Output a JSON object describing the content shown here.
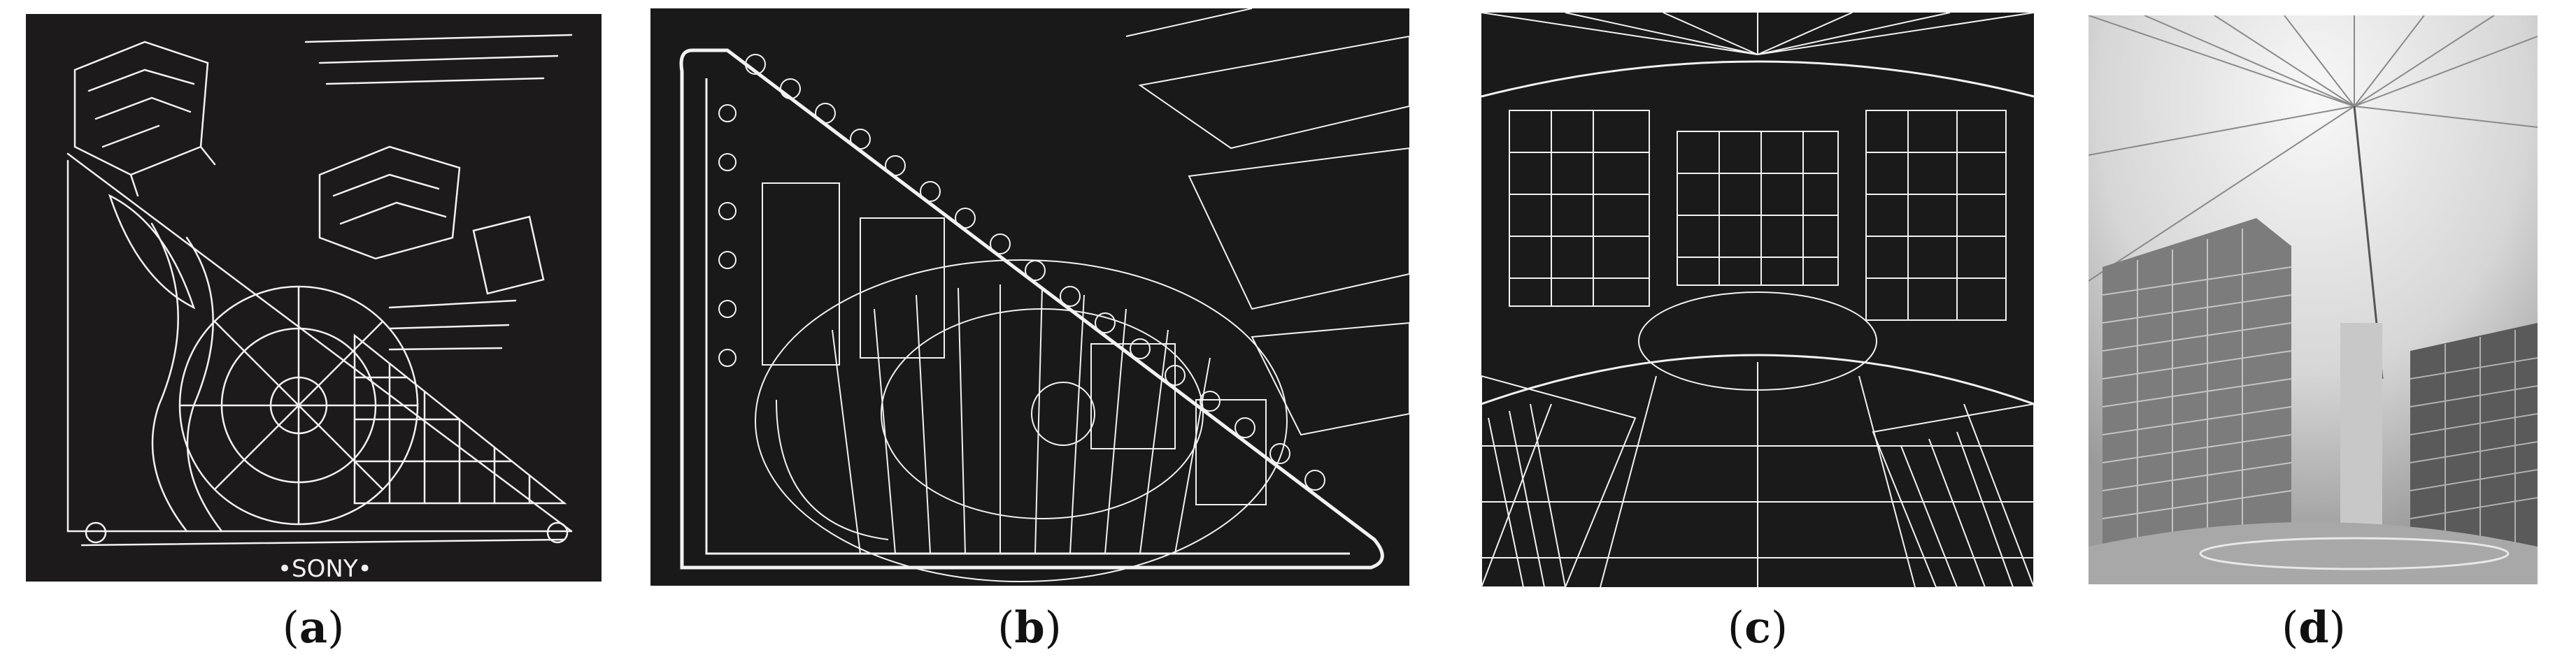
{
  "panels": [
    {
      "id": "a",
      "label": "a",
      "annotations": [
        "•SONY•"
      ]
    },
    {
      "id": "b",
      "label": "b"
    },
    {
      "id": "c",
      "label": "c"
    },
    {
      "id": "d",
      "label": "d"
    }
  ],
  "colors": {
    "drawing_background": "#1c1a1a",
    "drawing_lines": "#f2f2f2",
    "photo_background": "#e6e6e6",
    "caption_text": "#111111"
  }
}
